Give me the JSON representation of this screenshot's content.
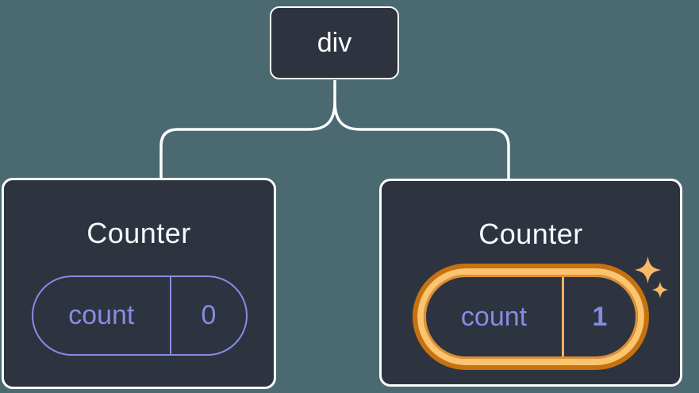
{
  "diagram": {
    "description": "React component tree diagram: a div root with two Counter children holding state pills",
    "background_color": "#4b6970",
    "node_fill_color": "#2d3440",
    "node_border_color": "#ffffff",
    "connector_color": "#ffffff",
    "root": {
      "label": "div"
    },
    "children": [
      {
        "title": "Counter",
        "state": {
          "key": "count",
          "value": "0"
        },
        "highlighted": false,
        "accent_color": "#888be4"
      },
      {
        "title": "Counter",
        "state": {
          "key": "count",
          "value": "1"
        },
        "highlighted": true,
        "accent_color": "#888be4",
        "effect_icon": "sparkles",
        "highlight_colors": {
          "outer_ring": "#c7710f",
          "band": "#fbc46e",
          "inner_ring": "#e08f35",
          "divider": "#f3b261",
          "sparkle": "#f6b966"
        }
      }
    ]
  }
}
